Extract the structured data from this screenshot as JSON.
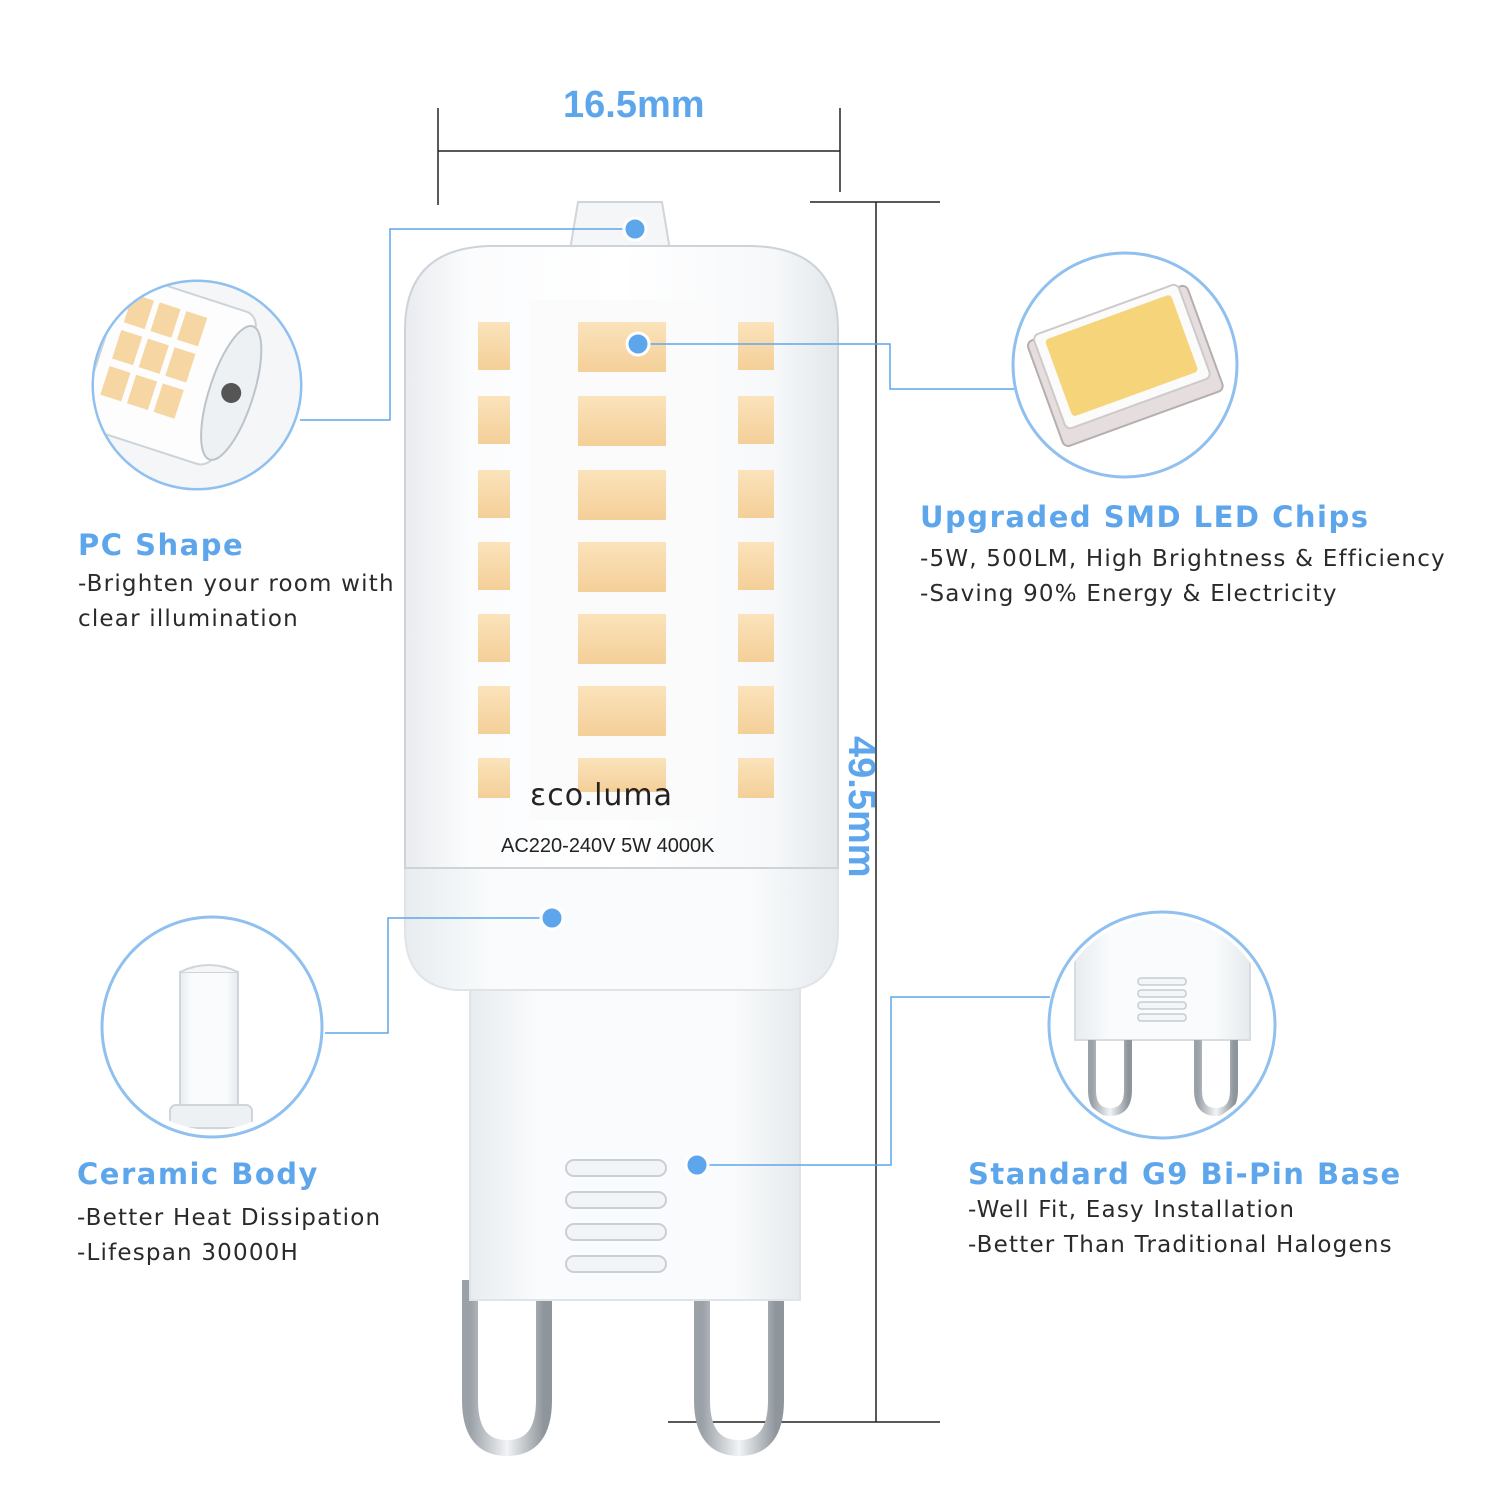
{
  "dimensions": {
    "width": "16.5mm",
    "height": "49.5mm"
  },
  "bulb": {
    "brand": "εco.luma",
    "spec": "AC220-240V 5W 4000K"
  },
  "features": {
    "pc_shape": {
      "title": "PC Shape",
      "lines": [
        "-Brighten your room with",
        "clear illumination"
      ]
    },
    "smd_chips": {
      "title": "Upgraded SMD LED Chips",
      "lines": [
        "-5W, 500LM, High Brightness & Efficiency",
        "-Saving 90% Energy & Electricity"
      ]
    },
    "ceramic_body": {
      "title": "Ceramic Body",
      "lines": [
        "-Better Heat Dissipation",
        "-Lifespan 30000H"
      ]
    },
    "g9_base": {
      "title": "Standard G9 Bi-Pin Base",
      "lines": [
        "-Well Fit, Easy Installation",
        "-Better Than Traditional Halogens"
      ]
    }
  },
  "colors": {
    "accent": "#5ea6ec",
    "led_chip": "#f8d9a8",
    "text": "#2a2a2a",
    "guide_line": "#222222"
  }
}
